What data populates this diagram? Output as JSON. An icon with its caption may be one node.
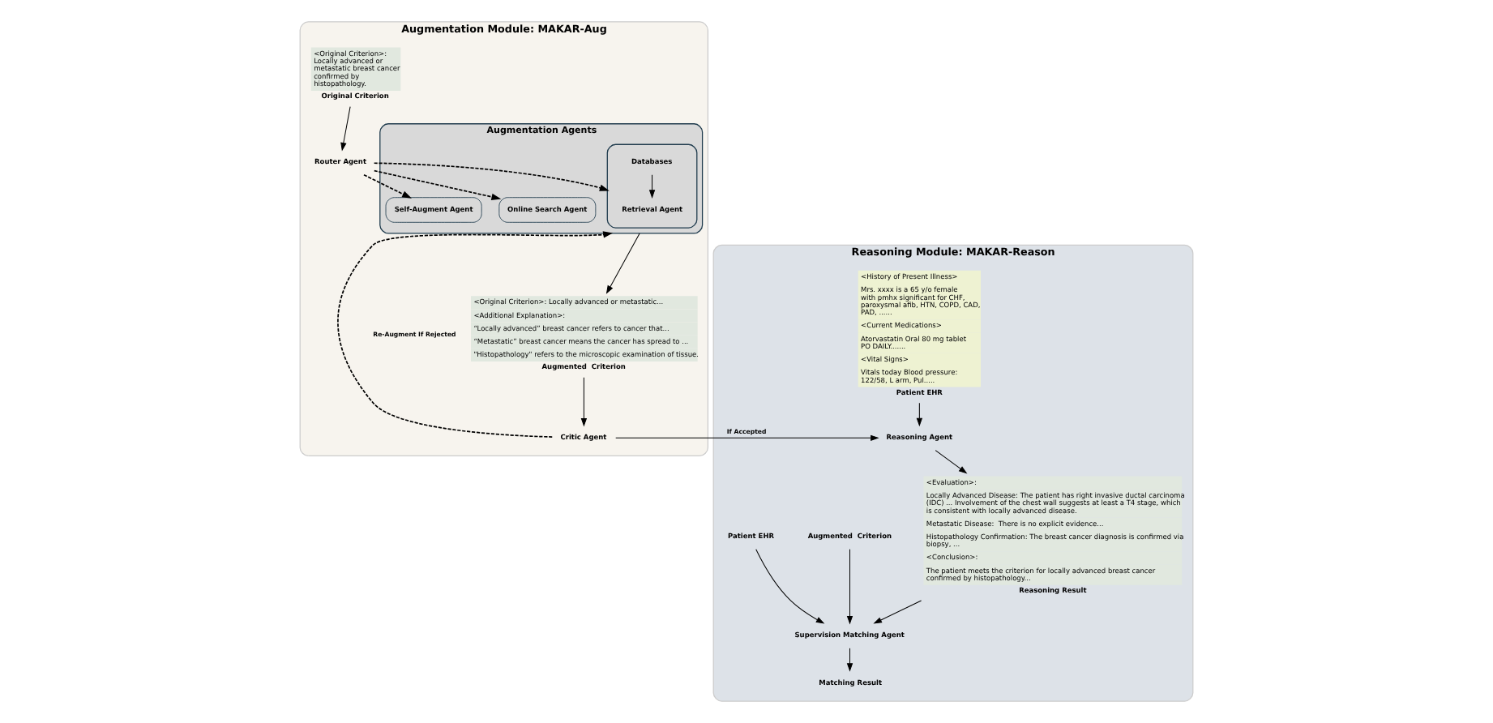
{
  "diagram": {
    "nodes": [
      {
        "text": [
          "Augmentation Module: MAKAR-Aug"
        ]
      },
      {
        "text": [
          "<Original Criterion>: Locally advanced or metastatic breast cancer confirmed by histopathology.",
          "Original Criterion"
        ],
        "in": 0
      },
      {
        "text": [
          "<Original Criterion>: Locally advanced or metastatic...",
          "<Additional Explanation>:",
          "“Locally advanced” breast cancer refers to cancer that...",
          "“Metastatic” breast cancer means the cancer has spread to ...",
          "\"Histopathology\" refers to the microscopic examination of tissue.",
          "Augmented  Criterion"
        ],
        "in": 0
      },
      {
        "text": [
          "Critic Agent"
        ],
        "in": 0
      },
      {
        "text": [
          "Router Agent"
        ],
        "in": 0
      },
      {
        "text": [
          "Augmentation Agents"
        ],
        "in": 0
      },
      {
        "text": [],
        "shape": "box",
        "in": 5
      },
      {
        "text": [
          "Retrieval Agent"
        ],
        "in": 6
      },
      {
        "text": [
          "Databases"
        ],
        "in": 6
      },
      {
        "text": [
          "Self-Augment Agent"
        ],
        "in": 5
      },
      {
        "text": [
          "Online Search Agent"
        ],
        "in": 5
      },
      {
        "text": [
          "Reasoning Module: MAKAR-Reason"
        ]
      },
      {
        "text": [
          "Reasoning Agent"
        ],
        "in": 11
      },
      {
        "text": [
          "<History of Present Illness>",
          "Mrs. xxxx is a 65 y/o female with pmhx significant for CHF, paroxysmal afib, HTN, COPD, CAD, PAD, ......",
          "<Current Medications>",
          "Atorvastatin Oral 80 mg tablet PO DAILY.......",
          "<Vital Signs>",
          "Vitals today Blood pressure: 122/58, L arm, Pul.....",
          "Patient EHR"
        ],
        "in": 11
      },
      {
        "text": [
          "<Evaluation>:",
          "Locally Advanced Disease: The patient has right invasive ductal carcinoma (IDC) ... Involvement of the chest wall suggests at least a T4 stage, which is consistent with locally advanced disease.",
          "Metastatic Disease:  There is no explicit evidence...",
          "Histopathology Confirmation: The breast cancer diagnosis is confirmed via biopsy, ...",
          "<Conclusion>:",
          "The patient meets the criterion for locally advanced breast cancer confirmed by histopathology...",
          "Reasoning Result"
        ],
        "in": 11
      },
      {
        "text": [
          "Augmented  Criterion"
        ],
        "in": 11
      },
      {
        "text": [
          "Patient EHR"
        ],
        "in": 11
      },
      {
        "text": [
          "Supervision Matching Agent"
        ],
        "in": 11
      },
      {
        "text": [
          "Matching Result"
        ],
        "in": 11
      }
    ],
    "edges": [
      {
        "from": 1,
        "to": 4,
        "arrow": "to"
      },
      {
        "from": 5,
        "to": 2,
        "arrow": "to"
      },
      {
        "from": 2,
        "to": 3,
        "arrow": "to"
      },
      {
        "from": 3,
        "to": 12,
        "arrow": "to",
        "label": "If Accepted"
      },
      {
        "from": 3,
        "to": 5,
        "arrow": "to",
        "label": "Re-Augment If Rejected",
        "style": "dashed"
      },
      {
        "from": 4,
        "to": 6,
        "arrow": "to",
        "style": "dashed"
      },
      {
        "from": 4,
        "to": 9,
        "arrow": "to",
        "style": "dashed"
      },
      {
        "from": 4,
        "to": 10,
        "arrow": "to",
        "style": "dashed"
      },
      {
        "from": 8,
        "to": 7,
        "arrow": "to"
      },
      {
        "from": 13,
        "to": 12,
        "arrow": "to"
      },
      {
        "from": 12,
        "to": 14,
        "arrow": "to"
      },
      {
        "from": 14,
        "to": 17,
        "arrow": "to"
      },
      {
        "from": 15,
        "to": 17,
        "arrow": "to"
      },
      {
        "from": 16,
        "to": 17,
        "arrow": "to"
      },
      {
        "from": 17,
        "to": 18,
        "arrow": "to"
      }
    ]
  }
}
